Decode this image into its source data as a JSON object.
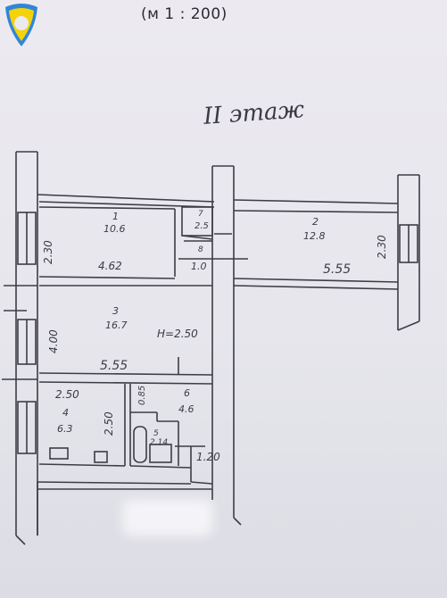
{
  "header": {
    "scale": "(м 1 : 200)",
    "floor_label": "II этаж"
  },
  "rooms": [
    {
      "number": "1",
      "area": "10.6"
    },
    {
      "number": "2",
      "area": "12.8"
    },
    {
      "number": "3",
      "area": "16.7"
    },
    {
      "number": "4",
      "area": "6.3"
    },
    {
      "number": "5",
      "area": "2.14"
    },
    {
      "number": "6",
      "area": "4.6"
    },
    {
      "number": "7",
      "area": "2.5"
    },
    {
      "number": "8",
      "area": "1.0"
    }
  ],
  "dimensions": {
    "room1_height": "2.30",
    "room1_width": "4.62",
    "room2_height": "2.30",
    "room2_width": "5.55",
    "room3_height": "4.00",
    "room3_width": "5.55",
    "ceiling_height": "H=2.50",
    "room4_width": "2.50",
    "room4_height": "2.50",
    "room5_width": "0.85",
    "room6_dim": "1.20"
  }
}
